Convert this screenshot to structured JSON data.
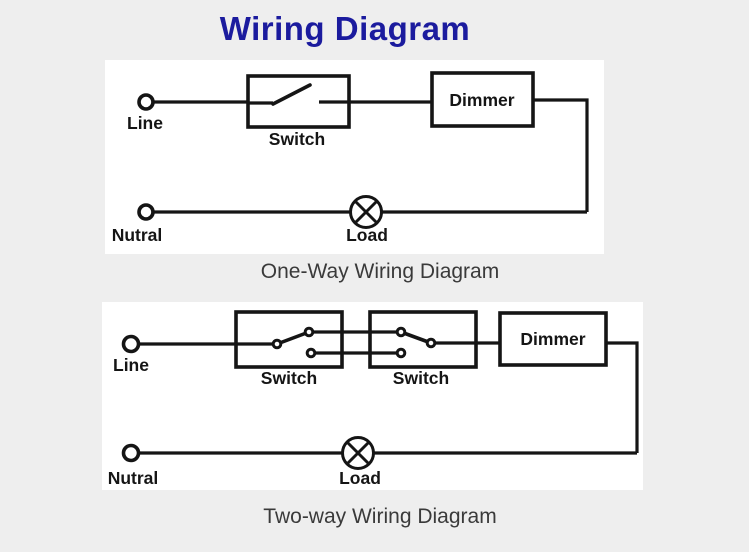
{
  "title": "Wiring Diagram",
  "colors": {
    "page_bg": "#eeeeee",
    "panel_bg": "#ffffff",
    "ink": "#151515",
    "title": "#1b1b9e",
    "caption": "#3a3a3a"
  },
  "diagrams": [
    {
      "caption": "One-Way Wiring Diagram",
      "labels": {
        "line": "Line",
        "switch": "Switch",
        "dimmer": "Dimmer",
        "neutral": "Nutral",
        "load": "Load"
      }
    },
    {
      "caption": "Two-way Wiring Diagram",
      "labels": {
        "line": "Line",
        "switch_left": "Switch",
        "switch_right": "Switch",
        "dimmer": "Dimmer",
        "neutral": "Nutral",
        "load": "Load"
      }
    }
  ]
}
